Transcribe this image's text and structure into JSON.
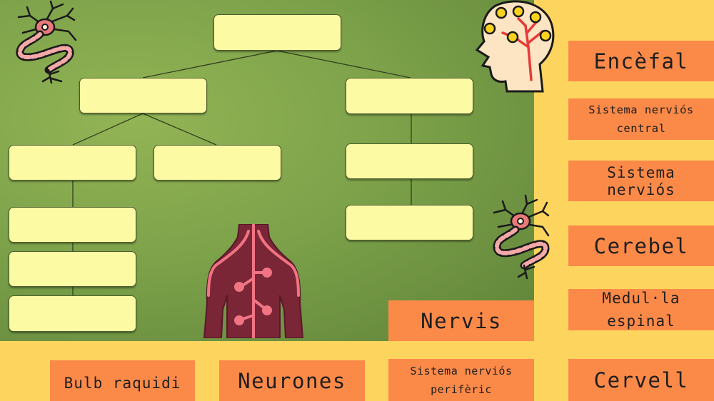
{
  "colors": {
    "background": "#fdd55e",
    "board": "#7da24a",
    "slot": "#fdfaa4",
    "card": "#fb8a49",
    "body_silhouette": "#7a2637",
    "nerve_line": "#f07483"
  },
  "icons": {
    "neuron_top": "neuron-icon",
    "head": "brain-head-icon",
    "neuron_right": "neuron-icon",
    "body": "body-nervous-system-icon"
  },
  "cards": {
    "encefal": "Encèfal",
    "snc": "Sistema nerviós\ncentral",
    "sn": "Sistema nerviós",
    "cerebel": "Cerebel",
    "medul": "Medul·la\nespinal",
    "nervis": "Nervis",
    "bulb": "Bulb raquidi",
    "neurones": "Neurones",
    "snp": "Sistema nerviós\nperifèric",
    "cervell": "Cervell"
  }
}
